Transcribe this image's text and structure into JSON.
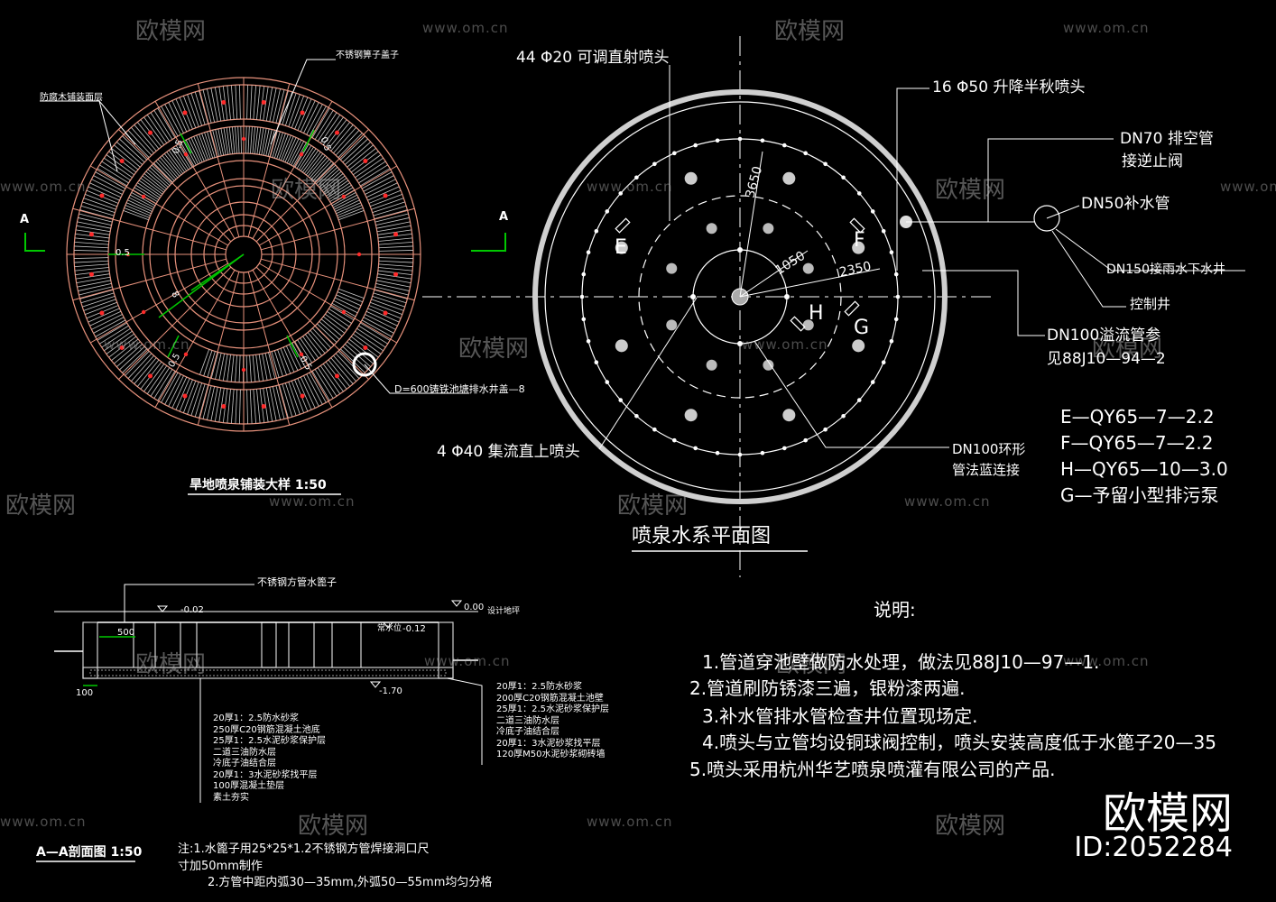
{
  "left_plan": {
    "label_top": "不锈钢箅子盖子",
    "label_left": "防腐木铺装面层",
    "dim_a": "0.5",
    "dim_b": "0.5",
    "dim_c": "0.5",
    "dim_d": "8",
    "dim_e": "0.5",
    "dim_f": "0.5",
    "section_mark": "A",
    "drain_label": "D=600铸铁池塘排水井盖—8",
    "title": "旱地喷泉铺装大样 1:50"
  },
  "fountain_plan": {
    "label_jets_44": "44 Φ20 可调直射喷头",
    "label_jets_16": "16 Φ50 升降半秋喷头",
    "label_dn70": "DN70 排空管",
    "label_dn70_b": "接逆止阀",
    "label_dn50": "DN50补水管",
    "label_dn150": "DN150接雨水下水井",
    "label_control": "控制井",
    "label_dn100_overflow": "DN100溢流管参",
    "label_dn100_overflow_b": "见88J10—94—2",
    "label_jets_4": "4 Φ40 集流直上喷头",
    "label_ring": "DN100环形",
    "label_ring_b": "管法蓝连接",
    "dim_3650": "3650",
    "dim_1050": "1050",
    "dim_2350": "2350",
    "pump_e": "E",
    "pump_f": "F",
    "pump_g": "G",
    "pump_h": "H",
    "title": "喷泉水系平面图"
  },
  "legend": [
    "E—QY65—7—2.2",
    "F—QY65—7—2.2",
    "H—QY65—10—3.0",
    "G—予留小型排污泵"
  ],
  "notes": {
    "heading": "说明:",
    "items": [
      "1.管道穿池壁做防水处理，做法见88J10—97—1.",
      "2.管道刷防锈漆三遍，银粉漆两遍.",
      "3.补水管排水管检查井位置现场定.",
      "4.喷头与立管均设铜球阀控制，喷头安装高度低于水篦子20—35",
      "5.喷头采用杭州华艺喷泉喷灌有限公司的产品."
    ]
  },
  "section": {
    "title": "A—A剖面图 1:50",
    "top_label": "不锈钢方管水篦子",
    "lvl_000": "0.00",
    "lvl_000_note": "设计地坪",
    "lvl_002": "-0.02",
    "lvl_012": "-0.12",
    "lvl_water": "常水位",
    "lvl_170": "-1.70",
    "dim_500": "500",
    "dim_100": "100",
    "layers_left": [
      "20厚1：2.5防水砂浆",
      "250厚C20钢筋混凝土池底",
      "25厚1：2.5水泥砂浆保护层",
      "二道三油防水层",
      "冷底子油结合层",
      "20厚1：3水泥砂浆找平层",
      "100厚混凝土垫层",
      "素土夯实"
    ],
    "layers_right": [
      "20厚1：2.5防水砂浆",
      "200厚C20钢筋混凝土池壁",
      "25厚1：2.5水泥砂浆保护层",
      "二道三油防水层",
      "冷底子油结合层",
      "20厚1：3水泥砂浆找平层",
      "120厚M50水泥砂浆砌砖墙"
    ],
    "footnote_1": "注:1.水篦子用25*25*1.2不锈钢方管焊接洞口尺",
    "footnote_2": "寸加50mm制作",
    "footnote_3": "2.方管中距内弧30—35mm,外弧50—55mm均匀分格"
  },
  "watermark": {
    "text": "欧模网",
    "url": "www.om.cn",
    "brand": "欧模网",
    "id": "ID:2052284"
  },
  "colors": {
    "background": "#000000",
    "paving": "#e8927c",
    "grating": "#c8c8c8",
    "accent_green": "#00c800",
    "line": "#ffffff"
  }
}
